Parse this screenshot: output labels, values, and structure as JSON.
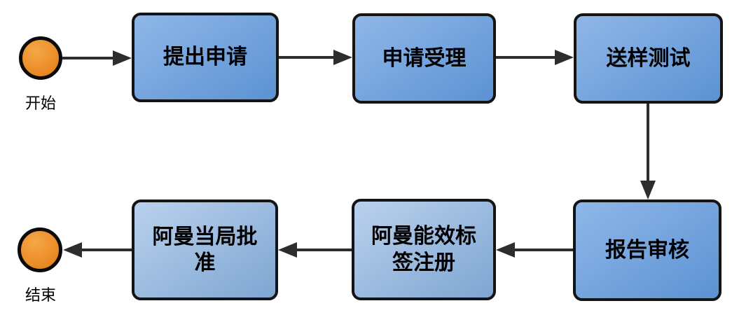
{
  "diagram": {
    "type": "flowchart",
    "background": "#ffffff",
    "start": {
      "label": "开始"
    },
    "end": {
      "label": "结束"
    },
    "steps": [
      {
        "label": "提出申请"
      },
      {
        "label": "申请受理"
      },
      {
        "label": "送样测试"
      },
      {
        "label": "报告审核"
      },
      {
        "label": "阿曼能效标签注册"
      },
      {
        "label": "阿曼当局批准"
      }
    ],
    "flow_order": [
      "开始",
      "提出申请",
      "申请受理",
      "送样测试",
      "报告审核",
      "阿曼能效标签注册",
      "阿曼当局批准",
      "结束"
    ],
    "colors": {
      "node_gradient_top": "#8FB7E8",
      "node_gradient_bottom": "#5C92D3",
      "node_light_gradient_top": "#BAD1ED",
      "node_light_gradient_bottom": "#7EA6D2",
      "terminal_fill": "#EC8F2B",
      "outline": "#141414",
      "arrow": "#2D2D2D",
      "text": "#000000"
    }
  }
}
